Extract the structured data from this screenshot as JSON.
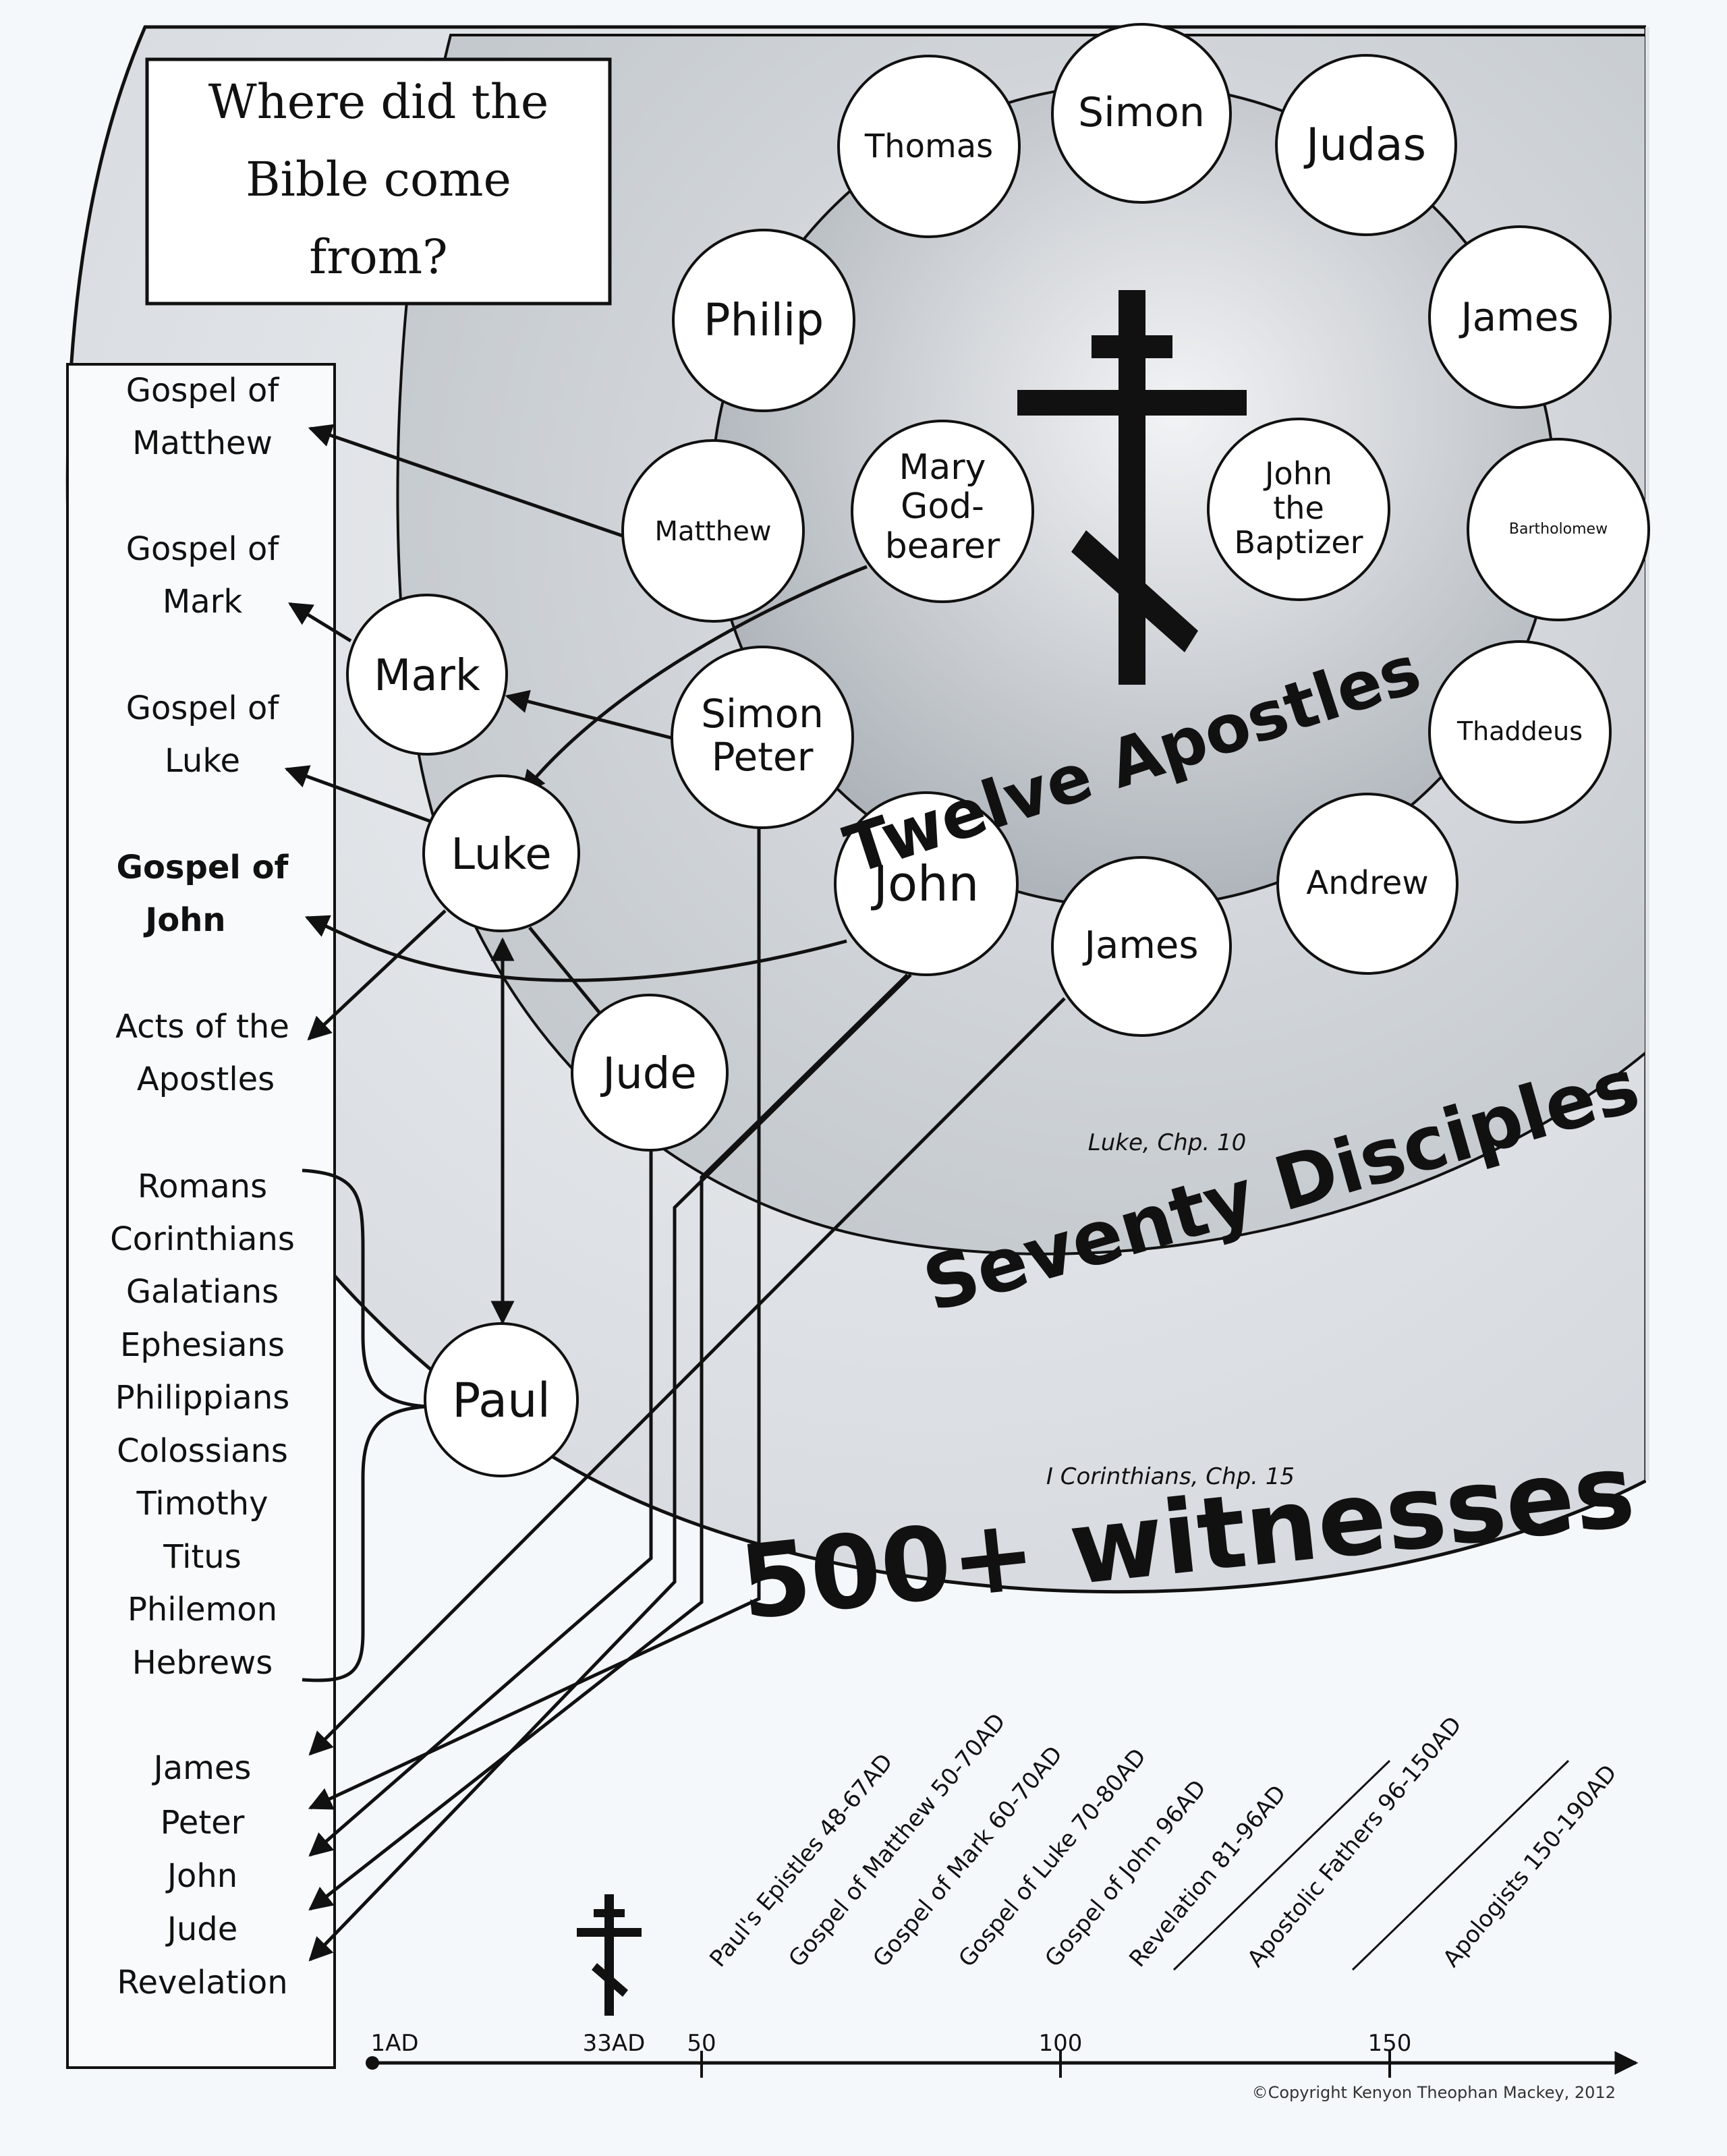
{
  "title": [
    "Where did the",
    "Bible come",
    "from?"
  ],
  "regions": {
    "apostles": "Twelve Apostles",
    "seventy": "Seventy Disciples",
    "seventy_ref": "Luke, Chp. 10",
    "witnesses": "500+ witnesses",
    "witnesses_ref": "I Corinthians, Chp. 15"
  },
  "apostles": {
    "thomas": "Thomas",
    "simon": "Simon",
    "judas": "Judas",
    "philip": "Philip",
    "james_a": "James",
    "matthew": "Matthew",
    "bartholomew": "Bartholomew",
    "thaddeus": "Thaddeus",
    "simon_peter": [
      "Simon",
      "Peter"
    ],
    "john": "John",
    "james_b": "James",
    "andrew": "Andrew"
  },
  "inner": {
    "mary": [
      "Mary",
      "God-",
      "bearer"
    ],
    "baptist": [
      "John",
      "the",
      "Baptizer"
    ]
  },
  "writers": {
    "mark": "Mark",
    "luke": "Luke",
    "jude": "Jude",
    "paul": "Paul"
  },
  "books": {
    "gospels": [
      [
        "Gospel of",
        "Matthew"
      ],
      [
        "Gospel of",
        "Mark"
      ],
      [
        "Gospel of",
        "Luke"
      ],
      [
        "Gospel of",
        "John"
      ],
      [
        "Acts of the",
        "Apostles"
      ]
    ],
    "epistles_paul": [
      "Romans",
      "Corinthians",
      "Galatians",
      "Ephesians",
      "Philippians",
      "Colossians",
      "Timothy",
      "Titus",
      "Philemon",
      "Hebrews"
    ],
    "general": [
      "James",
      "Peter",
      "John",
      "Jude",
      "Revelation"
    ]
  },
  "timeline": {
    "axis_labels": [
      "1AD",
      "33AD",
      "50",
      "100",
      "150"
    ],
    "periods": [
      "Paul's Epistles 48-67AD",
      "Gospel of Matthew 50-70AD",
      "Gospel of Mark 60-70AD",
      "Gospel of Luke 70-80AD",
      "Gospel of John 96AD",
      "Revelation 81-96AD",
      "Apostolic Fathers 96-150AD",
      "Apologists 150-190AD"
    ]
  },
  "copyright": "©Copyright Kenyon Theophan Mackey, 2012",
  "colors": {
    "outer_region": "#dde1e5",
    "middle_region": "#c9ced3",
    "inner_region": "#bcc1c6",
    "ink": "#111111",
    "node_fill": "#ffffff"
  }
}
